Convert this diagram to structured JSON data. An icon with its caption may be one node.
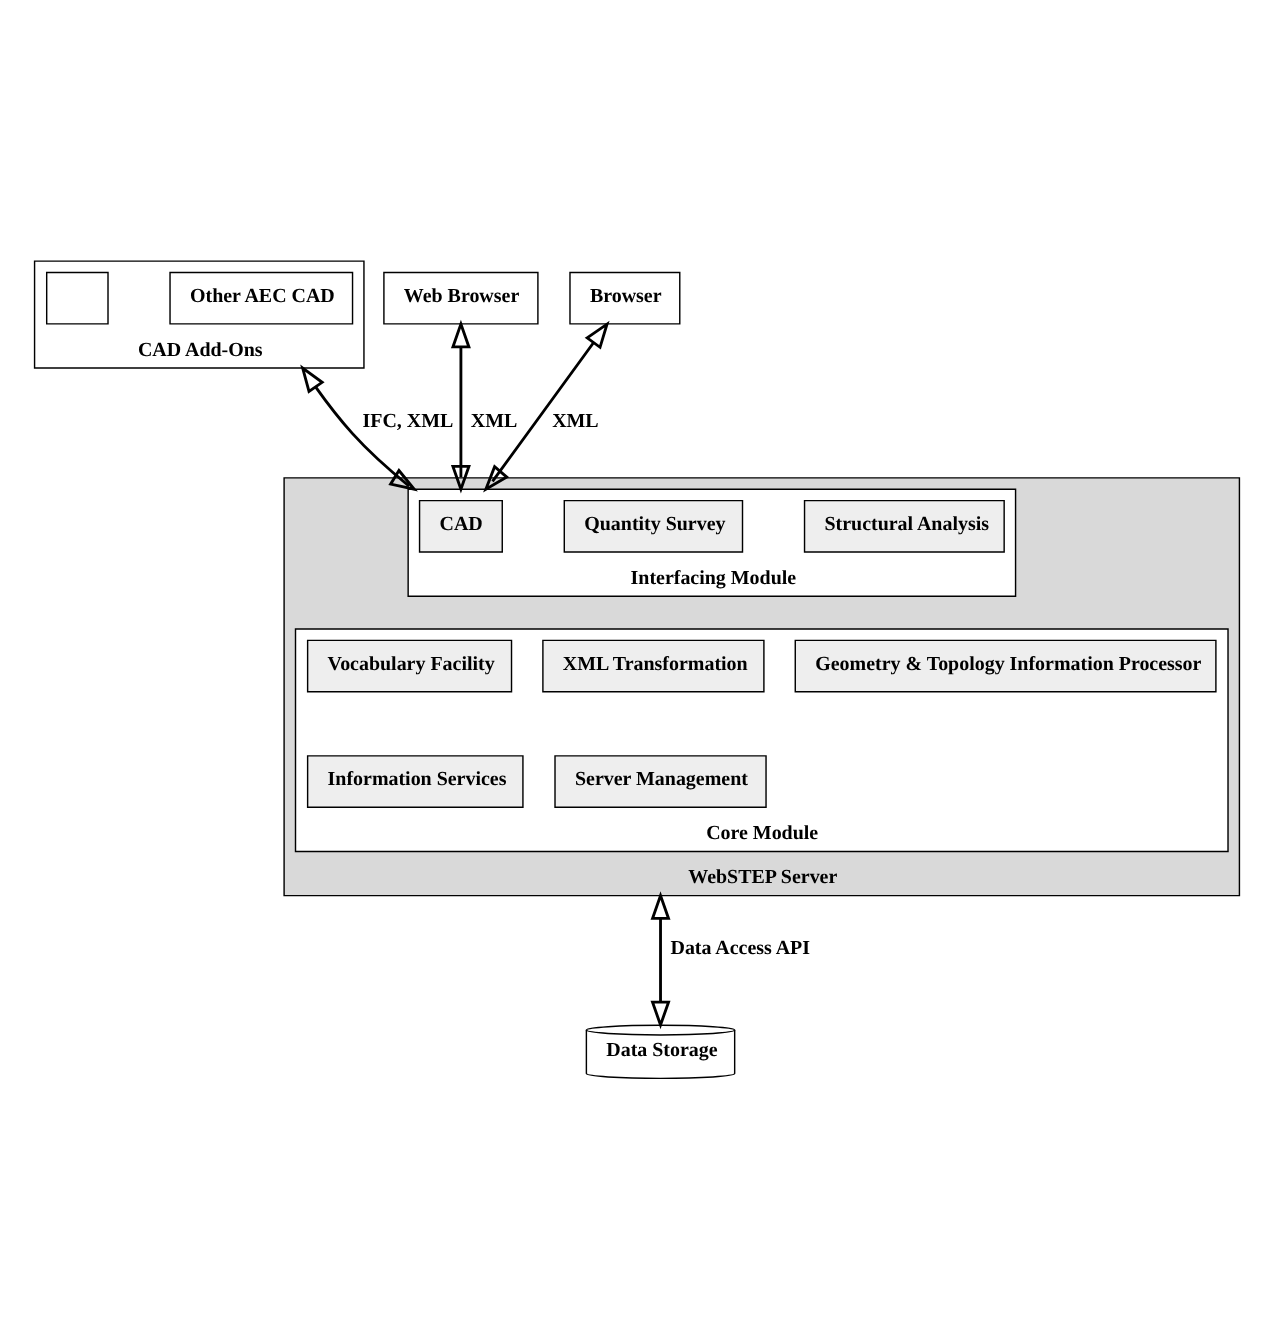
{
  "diagram": {
    "nodes": [
      {
        "text": [
          "CAD Add-Ons"
        ]
      },
      {
        "text": [],
        "shape": "box",
        "in": 0
      },
      {
        "text": [
          "Other AEC CAD"
        ],
        "in": 0
      },
      {
        "text": [
          "Web Browser"
        ]
      },
      {
        "text": [
          "Browser"
        ]
      },
      {
        "text": [
          "WebSTEP Server"
        ]
      },
      {
        "text": [
          "Interfacing Module"
        ],
        "in": 5
      },
      {
        "text": [
          "CAD"
        ],
        "in": 6
      },
      {
        "text": [
          "Quantity Survey"
        ],
        "in": 6
      },
      {
        "text": [
          "Structural Analysis"
        ],
        "in": 6
      },
      {
        "text": [
          "Core Module"
        ],
        "in": 5
      },
      {
        "text": [
          "Vocabulary Facility"
        ],
        "in": 10
      },
      {
        "text": [
          "XML Transformation"
        ],
        "in": 10
      },
      {
        "text": [
          "Geometry & Topology Information Processor"
        ],
        "in": 10
      },
      {
        "text": [
          "Information Services"
        ],
        "in": 10
      },
      {
        "text": [
          "Server Management"
        ],
        "in": 10
      },
      {
        "text": [
          "Data Storage"
        ]
      }
    ],
    "edges": [
      {
        "from": 0,
        "to": 6,
        "arrow": "both",
        "label": "IFC, XML"
      },
      {
        "from": 3,
        "to": 6,
        "arrow": "both",
        "label": "XML"
      },
      {
        "from": 4,
        "to": 6,
        "arrow": "both",
        "label": "XML"
      },
      {
        "from": 5,
        "to": 16,
        "arrow": "both",
        "label": "Data Access API"
      }
    ]
  }
}
